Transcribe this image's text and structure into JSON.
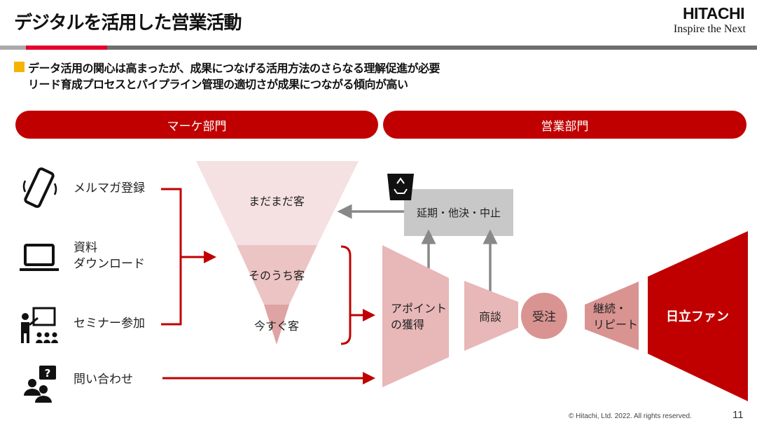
{
  "header": {
    "title": "デジタルを活用した営業活動",
    "logo_main": "HITACHI",
    "logo_sub": "Inspire the Next"
  },
  "bullets": [
    "データ活用の関心は高まったが、成果につなげる活用方法のさらなる理解促進が必要",
    "リード育成プロセスとパイプライン管理の適切さが成果につながる傾向が高い"
  ],
  "departments": {
    "marketing": "マーケ部門",
    "sales": "営業部門"
  },
  "channels": [
    {
      "icon": "smartphone-icon",
      "label": "メルマガ登録"
    },
    {
      "icon": "laptop-icon",
      "label_line1": "資料",
      "label_line2": "ダウンロード"
    },
    {
      "icon": "seminar-icon",
      "label": "セミナー参加"
    },
    {
      "icon": "inquiry-icon",
      "label": "問い合わせ"
    }
  ],
  "funnel": {
    "top": "まだまだ客",
    "middle": "そのうち客",
    "bottom": "今すぐ客",
    "colors": [
      "#f5e1e1",
      "#ecc4c4",
      "#dea3a3"
    ]
  },
  "dropout": {
    "icon": "recycle-bin-icon",
    "label": "延期・他決・中止"
  },
  "pipeline": {
    "appointment_line1": "アポイント",
    "appointment_line2": "の獲得",
    "negotiation": "商談",
    "order": "受注",
    "repeat_line1": "継続・",
    "repeat_line2": "リピート",
    "fan": "日立ファン"
  },
  "colors": {
    "accent": "#c00000",
    "bullet": "#f5b400",
    "pink": "#e8b7b7",
    "circle": "#d99492",
    "gray_box": "#c8c8c8"
  },
  "footer": {
    "copyright": "© Hitachi, Ltd. 2022. All rights reserved.",
    "page": "11"
  }
}
